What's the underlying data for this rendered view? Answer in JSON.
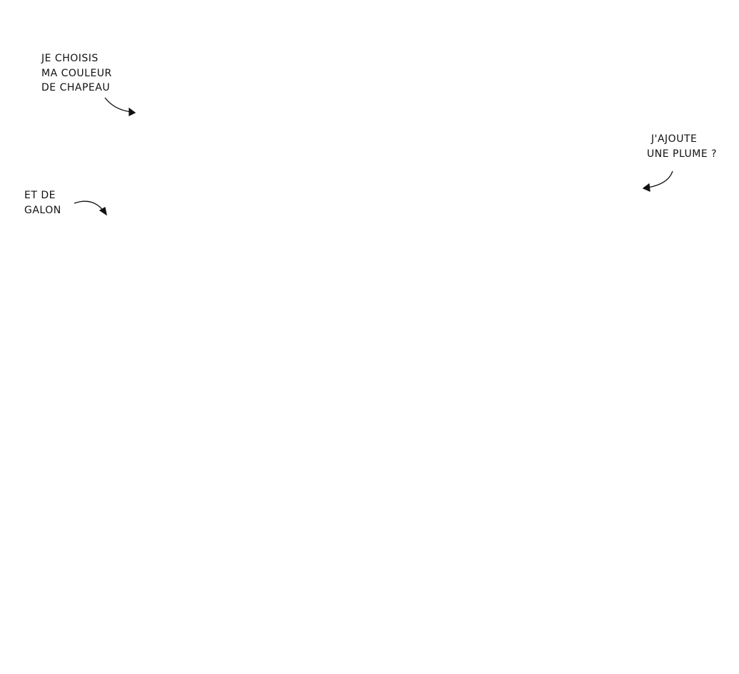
{
  "annotations": {
    "hat_color": {
      "lines": [
        "je choisis",
        "ma couleur",
        "de chapeau"
      ]
    },
    "ribbon": {
      "lines": [
        "et de",
        "galon"
      ]
    },
    "feather": {
      "lines": [
        "j'ajoute",
        "une plume ?"
      ]
    }
  },
  "colors": {
    "ink": "#111111",
    "background": "#ffffff"
  }
}
